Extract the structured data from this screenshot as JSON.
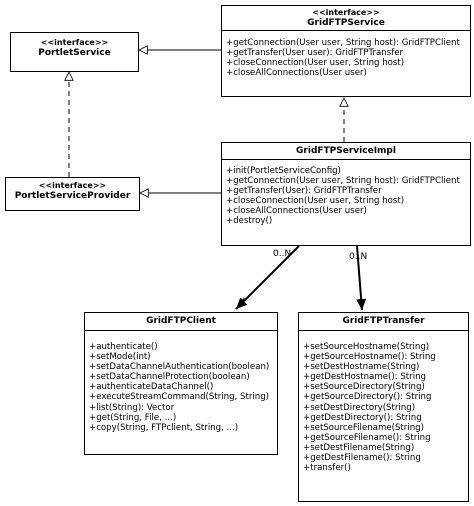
{
  "classes": {
    "gridftp_service": {
      "stereotype": "<<interface>>",
      "name": "GridFTPService",
      "operations": [
        "+getConnection(User user, String host): GridFTPClient",
        "+getTransfer(User user): GridFTPTransfer",
        "+closeConnection(User user, String host)",
        "+closeAllConnections(User user)"
      ]
    },
    "portlet_service": {
      "stereotype": "<<interface>>",
      "name": "PortletService"
    },
    "portlet_service_provider": {
      "stereotype": "<<interface>>",
      "name": "PortletServiceProvider"
    },
    "gridftp_service_impl": {
      "name": "GridFTPServiceImpl",
      "operations": [
        "+init(PortletServiceConfig)",
        "+getConnection(User user, String host): GridFTPClient",
        "+getTransfer(User): GridFTPTransfer",
        "+closeConnection(User user, String host)",
        "+closeAllConnections(User user)",
        "+destroy()"
      ]
    },
    "gridftp_client": {
      "name": "GridFTPClient",
      "operations": [
        "+authenticate()",
        "+setMode(int)",
        "+setDataChannelAuthentication(boolean)",
        "+setDataChannelProtection(boolean)",
        "+authenticateDataChannel()",
        "+executeStreamCommand(String, String)",
        "+list(String): Vector",
        "+get(String, File, ...)",
        "+copy(String, FTPclient, String, ...)"
      ]
    },
    "gridftp_transfer": {
      "name": "GridFTPTransfer",
      "operations": [
        "+setSourceHostname(String)",
        "+getSourceHostname(): String",
        "+setDestHostname(String)",
        "+getDestHostname(): String",
        "+setSourceDirectory(String)",
        "+getSourceDirectory(): String",
        "+setDestDirectory(String)",
        "+getDestDirectory(): String",
        "+setSourceFilename(String)",
        "+getSourceFilename(): String",
        "+setDestFilename(String)",
        "+getDestFilename(): String",
        "+transfer()"
      ]
    }
  },
  "relations": {
    "client_multiplicity": "0..N",
    "client_end": "*",
    "transfer_multiplicity": "0..N"
  }
}
